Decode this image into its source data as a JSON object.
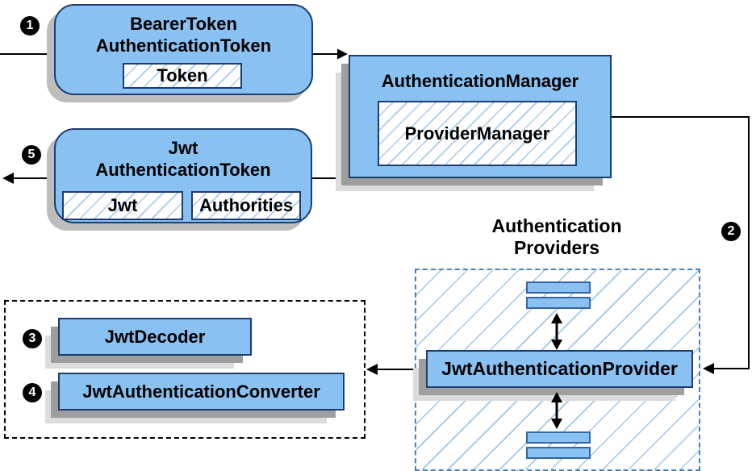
{
  "diagram": {
    "bearer_token_node": {
      "title_line1": "BearerToken",
      "title_line2": "AuthenticationToken",
      "token_label": "Token"
    },
    "authentication_manager_node": {
      "title": "AuthenticationManager",
      "inner_label": "ProviderManager"
    },
    "jwt_token_node": {
      "title_line1": "Jwt",
      "title_line2": "AuthenticationToken",
      "jwt_label": "Jwt",
      "authorities_label": "Authorities"
    },
    "providers_group": {
      "title_line1": "Authentication",
      "title_line2": "Providers",
      "provider_label": "JwtAuthenticationProvider"
    },
    "converter_group": {
      "decoder_label": "JwtDecoder",
      "converter_label": "JwtAuthenticationConverter"
    },
    "step_badges": [
      "1",
      "2",
      "3",
      "4",
      "5"
    ],
    "colors": {
      "node_fill": "#89C1F2",
      "node_border": "#1C3D6E",
      "bar_border": "#3465A4",
      "hatch_line": "#A6CBEC",
      "group_hatch_line": "#9FC6EA",
      "dashed_blue_border": "#4A7EBB",
      "dashed_black_border": "#000000",
      "shadow_dark": "#9E9E9E",
      "shadow_light": "#DCDCDC",
      "arrow": "#000000",
      "badge_bg": "#000000",
      "badge_text": "#FFFFFF"
    }
  }
}
